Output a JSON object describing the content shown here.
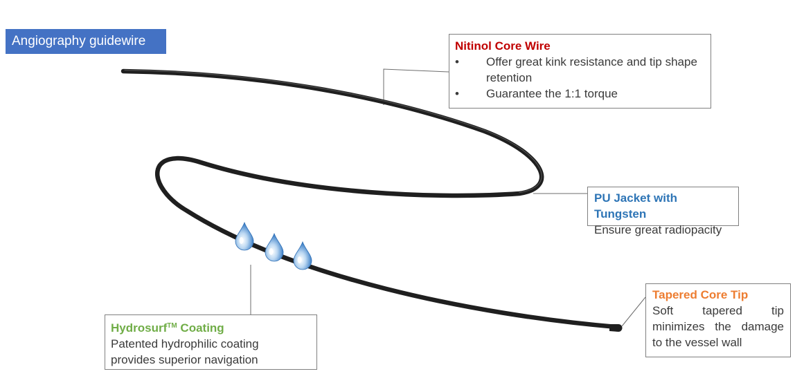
{
  "title": "Angiography guidewire",
  "colors": {
    "title_bg": "#4472c4",
    "nitinol": "#c00000",
    "pu_jacket": "#2e75b6",
    "tapered_tip": "#ed7d31",
    "hydrosurf": "#70ad47",
    "wire": "#1f1f1f",
    "droplet": "#5b9bd5"
  },
  "callouts": {
    "nitinol": {
      "heading": "Nitinol Core Wire",
      "bullets": [
        "Offer great kink resistance and tip shape retention",
        "Guarantee the 1:1 torque"
      ]
    },
    "pu_jacket": {
      "heading": "PU Jacket with Tungsten",
      "text": "Ensure great radiopacity"
    },
    "tapered_tip": {
      "heading": "Tapered Core Tip",
      "line1": "Soft tapered tip",
      "line2": "minimizes the damage",
      "line3": "to the vessel wall"
    },
    "hydrosurf": {
      "heading_main": "Hydrosurf",
      "heading_sup": "TM",
      "heading_tail": " Coating",
      "line1": "Patented hydrophilic coating",
      "line2": "provides superior navigation"
    }
  },
  "icons": {
    "droplets": "water-droplet-icon"
  }
}
